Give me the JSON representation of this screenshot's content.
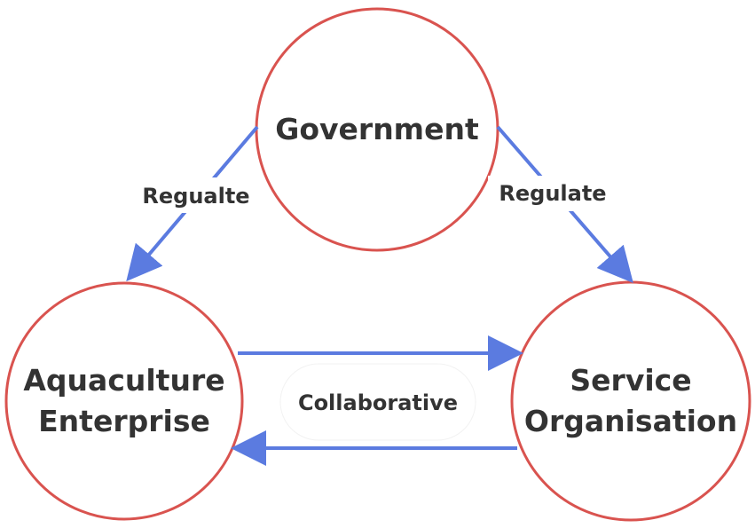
{
  "nodes": {
    "government": {
      "label": "Government"
    },
    "aquaculture": {
      "line1": "Aquaculture",
      "line2": "Enterprise"
    },
    "service": {
      "line1": "Service",
      "line2": "Organisation"
    }
  },
  "edges": {
    "government_to_aquaculture": "Regualte",
    "government_to_service": "Regulate",
    "between_enterprise_and_service": "Collaborative"
  },
  "colors": {
    "circle_stroke": "#d9534f",
    "arrow": "#5b7be0",
    "text": "#333333"
  }
}
